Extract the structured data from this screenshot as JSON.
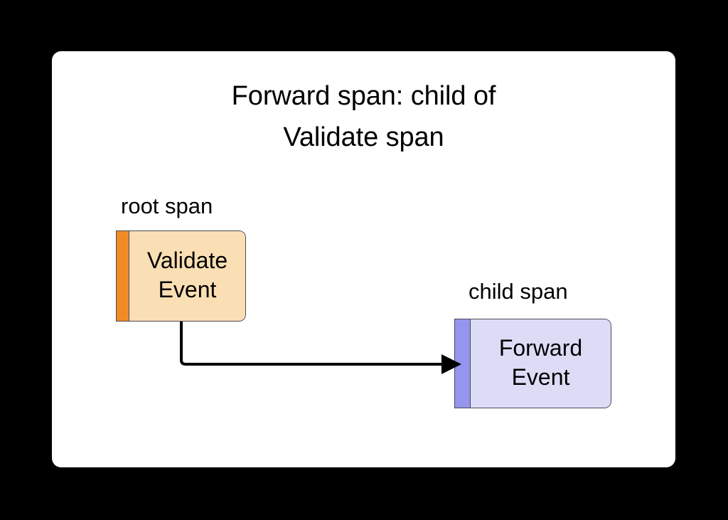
{
  "diagram": {
    "title": "Forward span: child of\nValidate span",
    "background_color": "#000000",
    "panel_color": "#ffffff",
    "labels": {
      "root": "root span",
      "child": "child span"
    },
    "nodes": [
      {
        "id": "validate-event",
        "text": "Validate\nEvent",
        "role_label": "root span",
        "stripe_color": "#f08c28",
        "fill_color": "#fbdfb4",
        "border_color": "#4a4a55"
      },
      {
        "id": "forward-event",
        "text": "Forward\nEvent",
        "role_label": "child span",
        "stripe_color": "#9595ed",
        "fill_color": "#dcdcf7",
        "border_color": "#4a4a55"
      }
    ],
    "edges": [
      {
        "id": "validate-to-forward",
        "from": "validate-event",
        "to": "forward-event",
        "style": "orthogonal-arrow",
        "color": "#000000",
        "arrowhead": "filled-triangle"
      }
    ]
  }
}
